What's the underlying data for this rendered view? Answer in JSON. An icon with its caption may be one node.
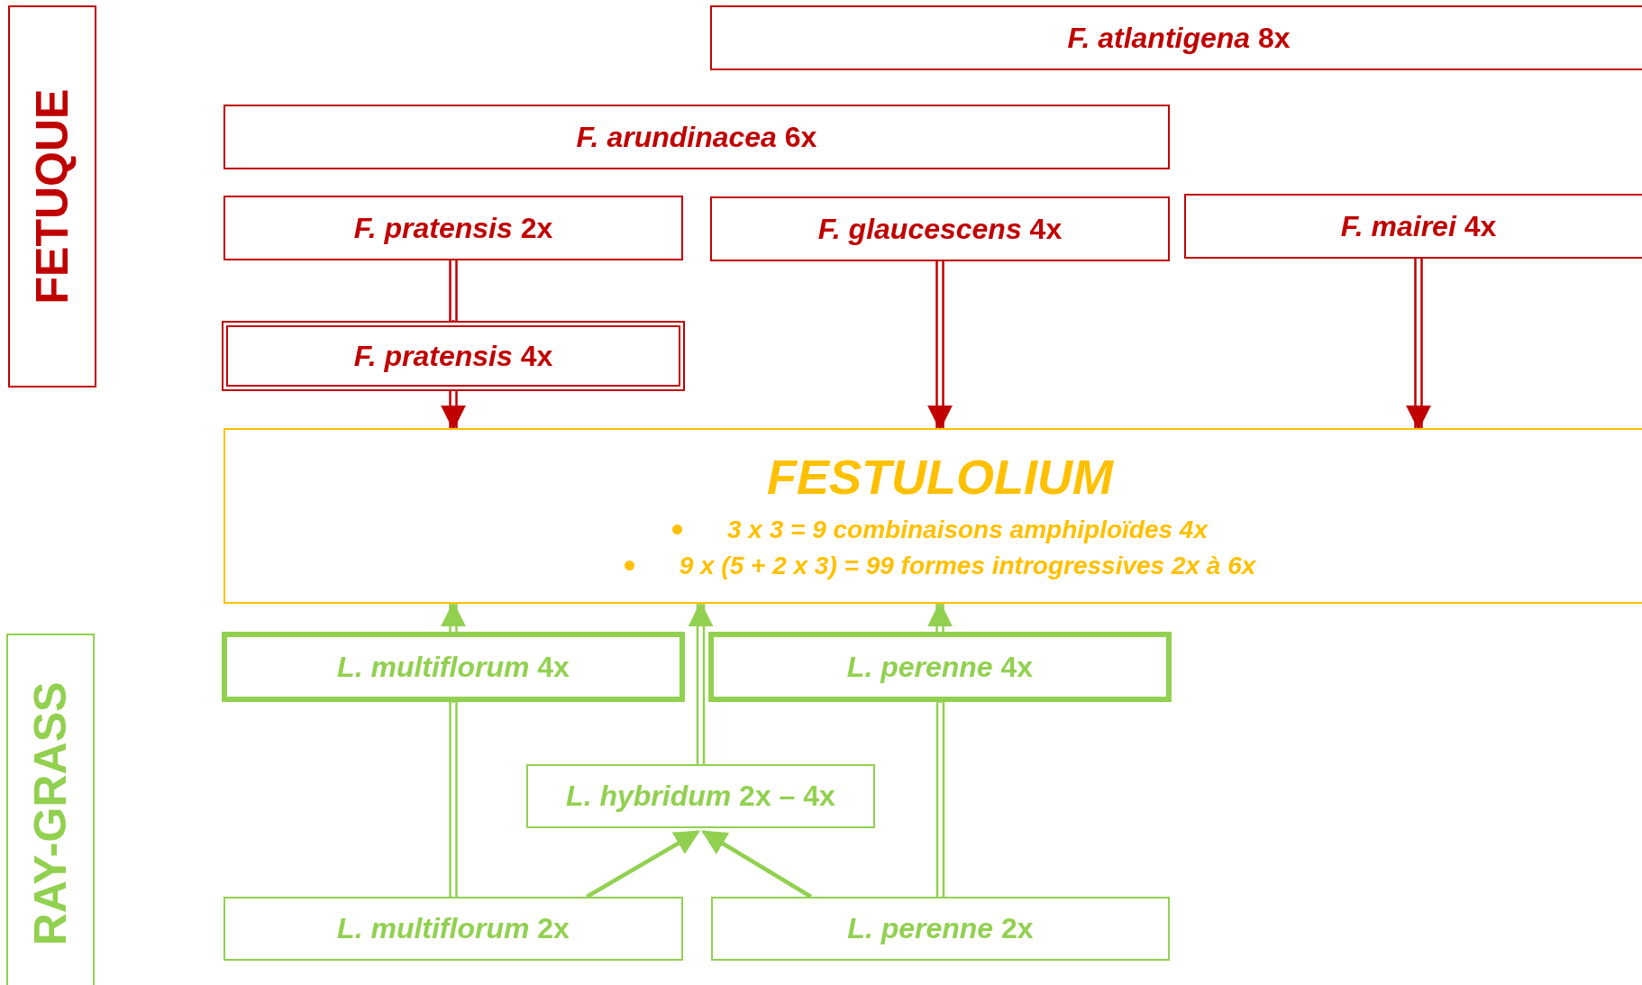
{
  "diagram": {
    "nodes": [
      {
        "text": [
          "FETUQUE"
        ]
      },
      {
        "text": [
          "*F. atlantigena* 8x"
        ]
      },
      {
        "text": [
          "*F. arundinacea* 6x"
        ]
      },
      {
        "text": [
          "*F. pratensis* 2x"
        ]
      },
      {
        "text": [
          "*F. glaucescens* 4x"
        ]
      },
      {
        "text": [
          "*F. mairei* 4x"
        ]
      },
      {
        "text": [
          "*F. pratensis* 4x"
        ]
      },
      {
        "text": [
          "FESTULOLIUM",
          "3 x 3 = 9 combinaisons amphiploïdes 4x",
          "9 x (5 + 2 x 3) = 99 formes introgressives 2x à 6x"
        ]
      },
      {
        "text": [
          "RAY-GRASS"
        ]
      },
      {
        "text": [
          "*L. multiflorum* 4x"
        ]
      },
      {
        "text": [
          "*L. perenne* 4x"
        ]
      },
      {
        "text": [
          "*L. hybridum* 2x – 4x"
        ]
      },
      {
        "text": [
          "*L. multiflorum* 2x"
        ]
      },
      {
        "text": [
          "*L. perenne* 2x"
        ]
      }
    ],
    "edges": [
      {
        "from": 3,
        "to": 6,
        "arrow": "none",
        "color": "#c00000"
      },
      {
        "from": 6,
        "to": 7,
        "arrow": "to",
        "color": "#c00000"
      },
      {
        "from": 4,
        "to": 7,
        "arrow": "to",
        "color": "#c00000"
      },
      {
        "from": 5,
        "to": 7,
        "arrow": "to",
        "color": "#c00000"
      },
      {
        "from": 9,
        "to": 7,
        "arrow": "to"
      },
      {
        "from": 11,
        "to": 7,
        "arrow": "to"
      },
      {
        "from": 10,
        "to": 7,
        "arrow": "to"
      },
      {
        "from": 12,
        "to": 9,
        "arrow": "none"
      },
      {
        "from": 13,
        "to": 10,
        "arrow": "none"
      },
      {
        "from": 12,
        "to": 11,
        "arrow": "to"
      },
      {
        "from": 13,
        "to": 11,
        "arrow": "to"
      }
    ]
  }
}
